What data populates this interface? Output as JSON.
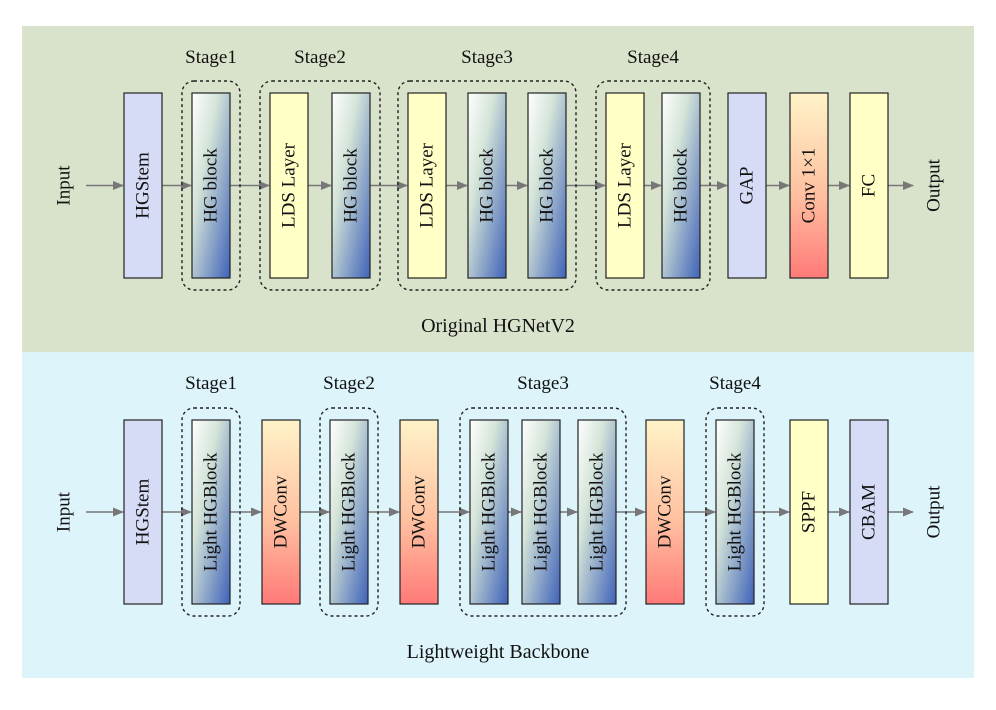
{
  "panels": [
    {
      "id": "original",
      "title": "Original HGNetV2",
      "background": "#d9e2cb",
      "input_label": "Input",
      "output_label": "Output",
      "blocks": [
        {
          "label": "HGStem",
          "style": "blue"
        },
        {
          "label": "HG block",
          "style": "grad-blue"
        },
        {
          "label": "LDS Layer",
          "style": "yellow"
        },
        {
          "label": "HG block",
          "style": "grad-blue"
        },
        {
          "label": "LDS Layer",
          "style": "yellow"
        },
        {
          "label": "HG block",
          "style": "grad-blue"
        },
        {
          "label": "HG block",
          "style": "grad-blue"
        },
        {
          "label": "LDS Layer",
          "style": "yellow"
        },
        {
          "label": "HG block",
          "style": "grad-blue"
        },
        {
          "label": "GAP",
          "style": "blue"
        },
        {
          "label": "Conv 1×1",
          "style": "grad-red"
        },
        {
          "label": "FC",
          "style": "yellow"
        }
      ],
      "stages": [
        {
          "label": "Stage1",
          "from": 1,
          "to": 1
        },
        {
          "label": "Stage2",
          "from": 2,
          "to": 3
        },
        {
          "label": "Stage3",
          "from": 4,
          "to": 6
        },
        {
          "label": "Stage4",
          "from": 7,
          "to": 8
        }
      ]
    },
    {
      "id": "lightweight",
      "title": "Lightweight Backbone",
      "background": "#dcf4fa",
      "input_label": "Input",
      "output_label": "Output",
      "blocks": [
        {
          "label": "HGStem",
          "style": "blue"
        },
        {
          "label": "Light HGBlock",
          "style": "grad-blue"
        },
        {
          "label": "DWConv",
          "style": "grad-red"
        },
        {
          "label": "Light HGBlock",
          "style": "grad-blue"
        },
        {
          "label": "DWConv",
          "style": "grad-red"
        },
        {
          "label": "Light HGBlock",
          "style": "grad-blue"
        },
        {
          "label": "Light HGBlock",
          "style": "grad-blue"
        },
        {
          "label": "Light HGBlock",
          "style": "grad-blue"
        },
        {
          "label": "DWConv",
          "style": "grad-red"
        },
        {
          "label": "Light HGBlock",
          "style": "grad-blue"
        },
        {
          "label": "SPPF",
          "style": "yellow"
        },
        {
          "label": "CBAM",
          "style": "blue"
        }
      ],
      "stages": [
        {
          "label": "Stage1",
          "from": 1,
          "to": 1
        },
        {
          "label": "Stage2",
          "from": 3,
          "to": 3
        },
        {
          "label": "Stage3",
          "from": 5,
          "to": 7
        },
        {
          "label": "Stage4",
          "from": 9,
          "to": 9
        }
      ]
    }
  ]
}
